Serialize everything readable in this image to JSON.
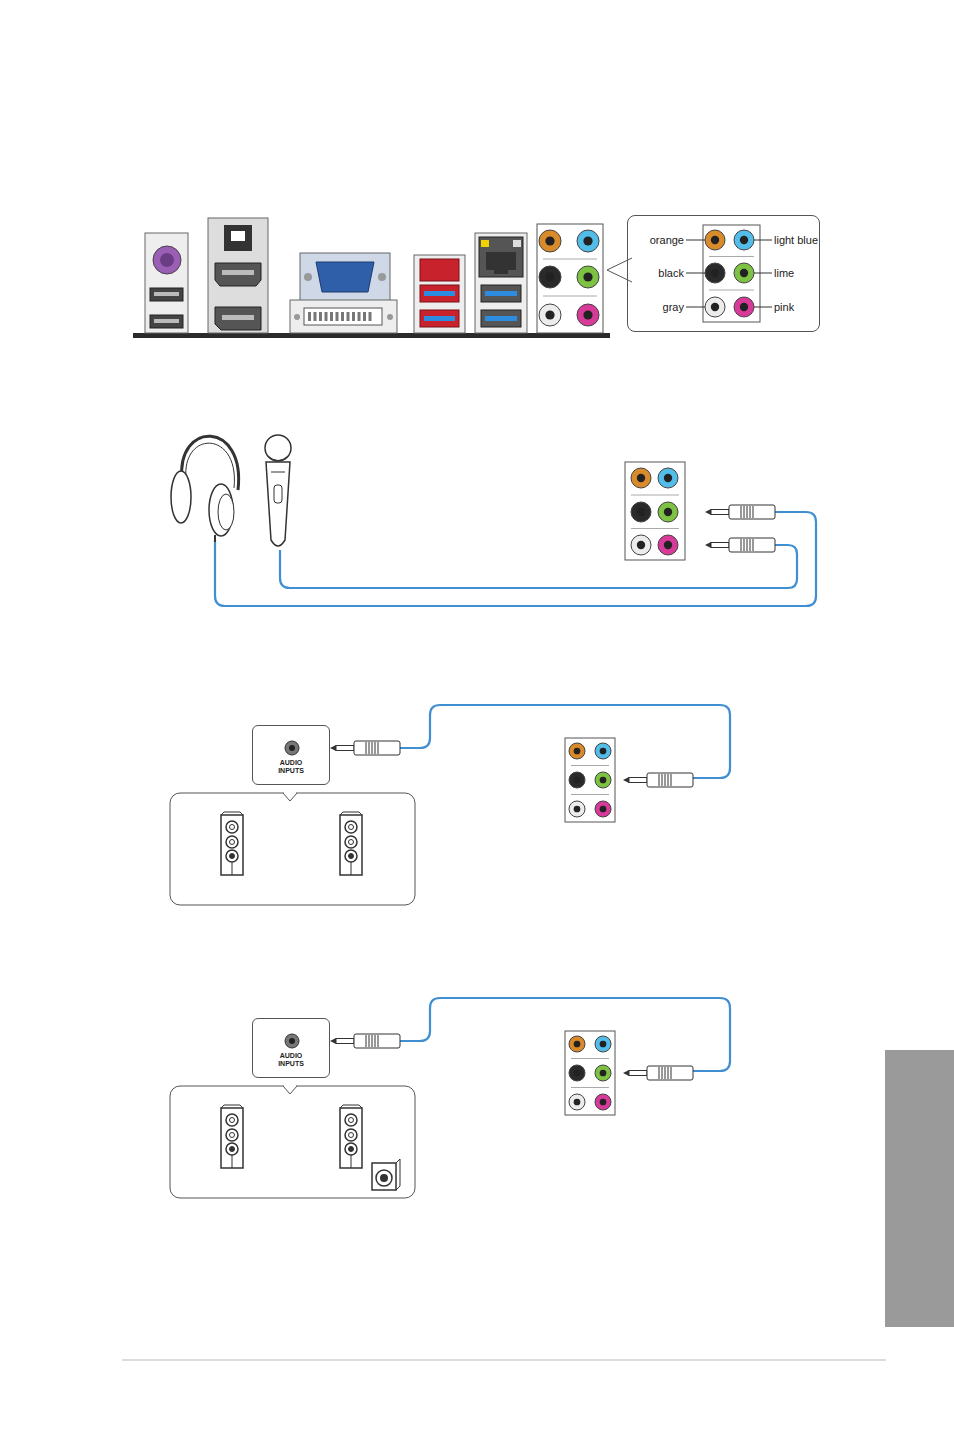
{
  "diagram": {
    "nodes": [
      {
        "text": [
          "orange",
          "black",
          "gray",
          "light blue",
          "lime",
          "pink"
        ]
      },
      {
        "text": [
          "AUDIO INPUTS"
        ]
      },
      {
        "text": [
          "AUDIO INPUTS"
        ]
      }
    ],
    "edges": []
  }
}
